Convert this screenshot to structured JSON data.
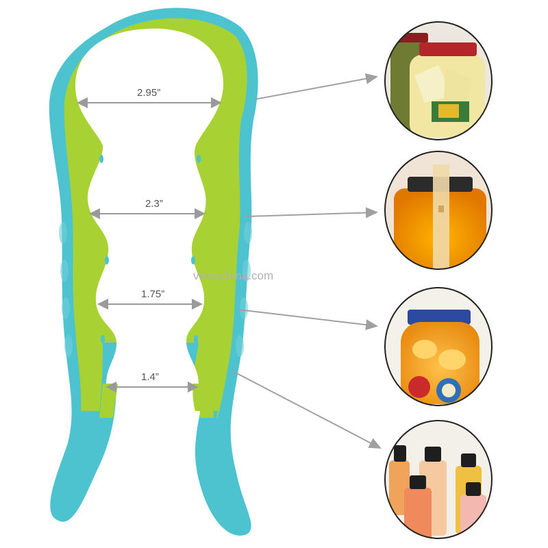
{
  "dimensions": [
    {
      "label": "2.95”"
    },
    {
      "label": "2.3”"
    },
    {
      "label": "1.75”"
    },
    {
      "label": "1.4”"
    }
  ],
  "watermark": "vincochina.com",
  "colors": {
    "outer_shell": "#4cc3cf",
    "inner_grip": "#a8d234",
    "dimension_line": "#9a9a9a",
    "pointer_arrow": "#a0a0a0",
    "photo_frame": "#222222"
  },
  "photos": [
    {
      "subject": "pickle-jar-photo"
    },
    {
      "subject": "honey-jar-photo"
    },
    {
      "subject": "peach-jar-photo"
    },
    {
      "subject": "bottles-photo"
    }
  ]
}
